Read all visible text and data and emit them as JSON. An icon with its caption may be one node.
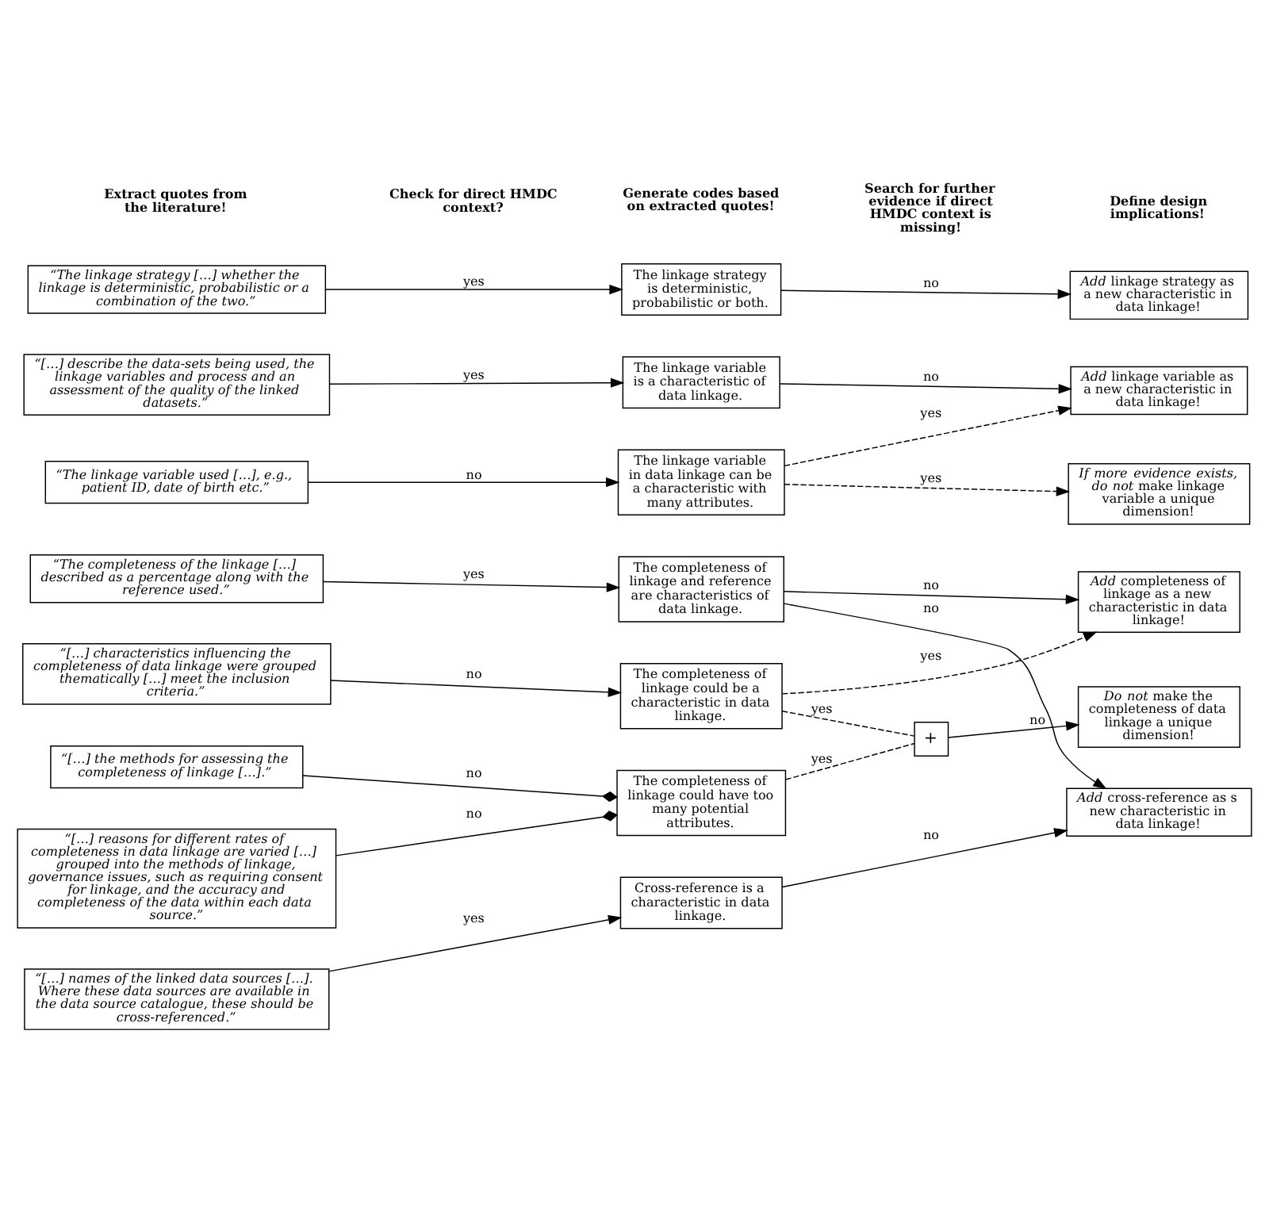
{
  "diagram": {
    "nodes": [
      {
        "text": [
          "“The linkage strategy […] whether the linkage is deterministic, probabilistic or a combination of the two.”"
        ]
      },
      {
        "text": [
          "“[…] describe the data-sets being used, the linkage variables and process and an assessment of the quality of the linked datasets.”"
        ]
      },
      {
        "text": [
          "“The linkage variable used […], e.g., patient ID, date of birth etc.”"
        ]
      },
      {
        "text": [
          "“The completeness of the linkage […] described as a percentage along with the reference used.”"
        ]
      },
      {
        "text": [
          "“[…] characteristics influencing the completeness of data linkage were grouped thematically […] meet the inclusion criteria.”"
        ]
      },
      {
        "text": [
          "“[…] the methods for assessing the completeness of linkage […].”"
        ]
      },
      {
        "text": [
          "“[…] reasons for different rates of completeness in data linkage are varied […] grouped into the methods of linkage, governance issues, such as requiring consent for linkage, and the accuracy and completeness of the data within each data source.”"
        ]
      },
      {
        "text": [
          "“[…] names of the linked data sources […]. Where these data sources are available in the data source catalogue, these should be cross-referenced.”"
        ]
      },
      {
        "text": [
          "The linkage strategy is deterministic, probabilistic or both."
        ]
      },
      {
        "text": [
          "The linkage variable is a characteristic of data linkage."
        ]
      },
      {
        "text": [
          "The linkage variable in data linkage can be a characteristic with many attributes."
        ]
      },
      {
        "text": [
          "The completeness of linkage and reference are characteristics of data linkage."
        ]
      },
      {
        "text": [
          "The completeness of linkage could be a characteristic in data linkage."
        ]
      },
      {
        "text": [
          "The completeness of linkage could have too many potential attributes."
        ]
      },
      {
        "text": [
          "Cross-reference is a characteristic in data linkage."
        ]
      },
      {
        "text": [
          "+"
        ]
      },
      {
        "text": [
          "*Add* linkage strategy as a new characteristic in data linkage!"
        ]
      },
      {
        "text": [
          "*Add* linkage variable as a new characteristic in data linkage!"
        ]
      },
      {
        "text": [
          "*If more evidence exists, do not* make linkage variable a unique dimension!"
        ]
      },
      {
        "text": [
          "*Add* completeness of linkage as a new characteristic in data linkage!"
        ]
      },
      {
        "text": [
          "*Do not* make the completeness of data linkage a unique dimension!"
        ]
      },
      {
        "text": [
          "*Add* cross-reference as s new characteristic in data linkage!"
        ]
      }
    ],
    "edges": [
      {
        "from": 0,
        "to": 8,
        "arrow": "to",
        "label": "yes"
      },
      {
        "from": 8,
        "to": 16,
        "arrow": "to",
        "label": "no"
      },
      {
        "from": 1,
        "to": 9,
        "arrow": "to",
        "label": "yes"
      },
      {
        "from": 9,
        "to": 17,
        "arrow": "to",
        "label": "no"
      },
      {
        "from": 2,
        "to": 10,
        "arrow": "to",
        "label": "no"
      },
      {
        "from": 10,
        "to": 17,
        "arrow": "to",
        "label": "yes",
        "style": "dashed"
      },
      {
        "from": 10,
        "to": 18,
        "arrow": "to",
        "label": "yes",
        "style": "dashed"
      },
      {
        "from": 3,
        "to": 11,
        "arrow": "to",
        "label": "yes"
      },
      {
        "from": 11,
        "to": 19,
        "arrow": "to",
        "label": "no"
      },
      {
        "from": 11,
        "to": 21,
        "arrow": "to",
        "label": "no"
      },
      {
        "from": 4,
        "to": 12,
        "arrow": "to",
        "label": "no"
      },
      {
        "from": 12,
        "to": 19,
        "arrow": "to",
        "label": "yes",
        "style": "dashed"
      },
      {
        "from": 12,
        "to": 15,
        "arrow": "none",
        "label": "yes",
        "style": "dashed"
      },
      {
        "from": 5,
        "to": 13,
        "arrow": "other",
        "label": "no"
      },
      {
        "from": 6,
        "to": 13,
        "arrow": "other",
        "label": "no"
      },
      {
        "from": 13,
        "to": 15,
        "arrow": "none",
        "label": "yes",
        "style": "dashed"
      },
      {
        "from": 15,
        "to": 20,
        "arrow": "to",
        "label": "no"
      },
      {
        "from": 7,
        "to": 14,
        "arrow": "to",
        "label": "yes"
      },
      {
        "from": 14,
        "to": 21,
        "arrow": "to",
        "label": "no"
      }
    ],
    "labels": [
      "Extract quotes from the literature!",
      "Check for direct HMDC context?",
      "Generate codes based on extracted quotes!",
      "Search for further evidence if direct HMDC context is missing!",
      "Define design implications!"
    ]
  }
}
